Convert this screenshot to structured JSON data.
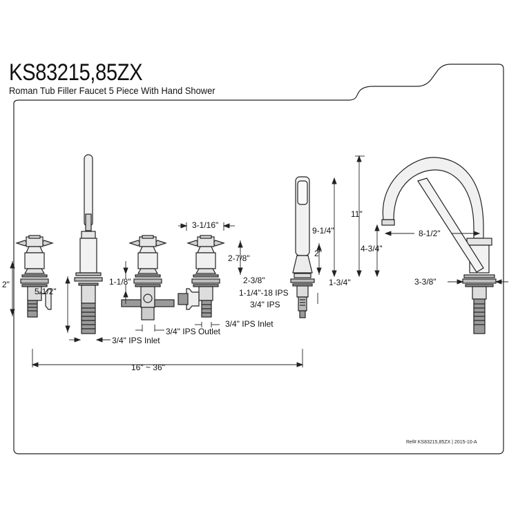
{
  "title": "KS83215,85ZX",
  "subtitle": "Roman Tub Filler Faucet 5 Piece With Hand Shower",
  "reference": "Ref# KS83215,85ZX | 2015-10-A",
  "dimensions": {
    "handle_left_height": "2\"",
    "spout_height": "5-1/2\"",
    "spout_inlet": "3/4\" IPS Inlet",
    "valve_height": "1-1/8\"",
    "valve_outlet": "3/4\" IPS Outlet",
    "handle_width": "3-1/16\"",
    "handle_height": "2-7/8\"",
    "flange_dia": "2-3/8\"",
    "thread_size": "1-1/4\"-18 IPS",
    "thread_ips": "3/4\" IPS",
    "right_inlet": "3/4\" IPS Inlet",
    "overall_width": "16\" ~ 36\"",
    "shower_height": "9-1/4\"",
    "shower_base": "2\"",
    "shower_dia": "1-3/4\"",
    "spout_total": "11\"",
    "spout_reach": "8-1/2\"",
    "spout_lower": "4-3/4\"",
    "spout_base_dia": "3-3/8\""
  }
}
